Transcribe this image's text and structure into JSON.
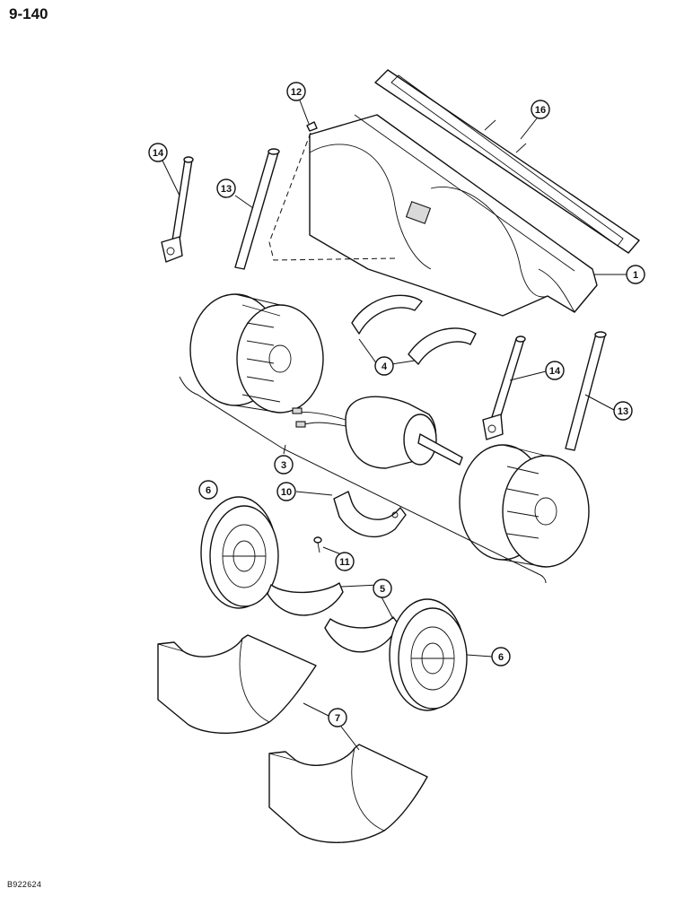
{
  "page_number": "9-140",
  "figure_code": "B922624",
  "callouts": [
    {
      "id": "c12",
      "label": "12"
    },
    {
      "id": "c16",
      "label": "16"
    },
    {
      "id": "c14a",
      "label": "14"
    },
    {
      "id": "c13a",
      "label": "13"
    },
    {
      "id": "c1",
      "label": "1"
    },
    {
      "id": "c4",
      "label": "4"
    },
    {
      "id": "c14b",
      "label": "14"
    },
    {
      "id": "c13b",
      "label": "13"
    },
    {
      "id": "c3",
      "label": "3"
    },
    {
      "id": "c10",
      "label": "10"
    },
    {
      "id": "c6a",
      "label": "6"
    },
    {
      "id": "c11",
      "label": "11"
    },
    {
      "id": "c5",
      "label": "5"
    },
    {
      "id": "c6b",
      "label": "6"
    },
    {
      "id": "c7",
      "label": "7"
    }
  ]
}
